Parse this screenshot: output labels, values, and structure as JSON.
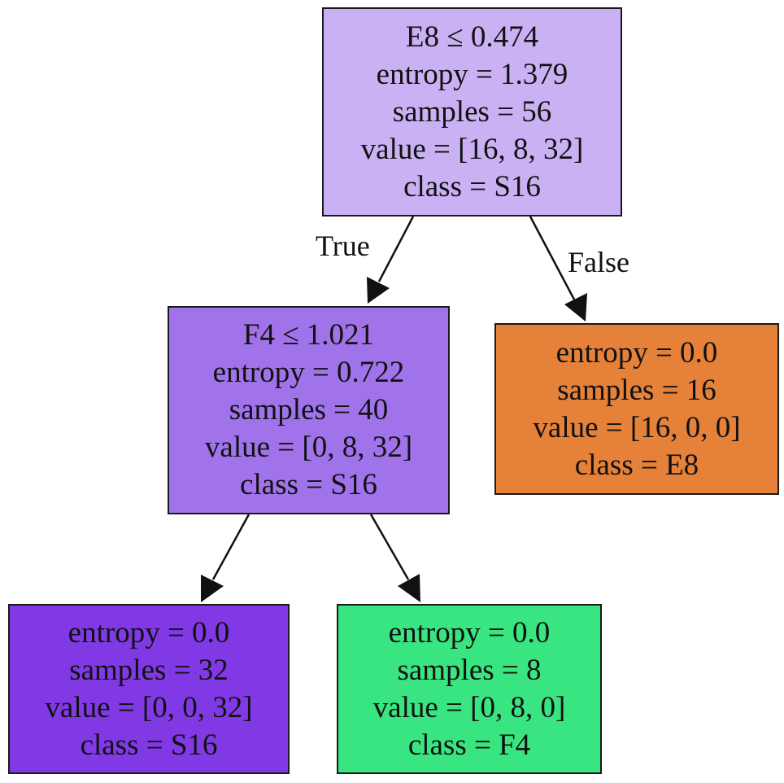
{
  "tree": {
    "root": {
      "lines": [
        "E8 ≤ 0.474",
        "entropy = 1.379",
        "samples = 56",
        "value = [16, 8, 32]",
        "class = S16"
      ],
      "fill": "#c9b1f3"
    },
    "node_left": {
      "lines": [
        "F4 ≤ 1.021",
        "entropy = 0.722",
        "samples = 40",
        "value = [0, 8, 32]",
        "class = S16"
      ],
      "fill": "#a173eb"
    },
    "node_right": {
      "lines": [
        "entropy = 0.0",
        "samples = 16",
        "value = [16, 0, 0]",
        "class = E8"
      ],
      "fill": "#e58139"
    },
    "leaf_left_left": {
      "lines": [
        "entropy = 0.0",
        "samples = 32",
        "value = [0, 0, 32]",
        "class = S16"
      ],
      "fill": "#8139e5"
    },
    "leaf_left_right": {
      "lines": [
        "entropy = 0.0",
        "samples = 8",
        "value = [0, 8, 0]",
        "class = F4"
      ],
      "fill": "#39e581"
    },
    "edge_true_label": "True",
    "edge_false_label": "False",
    "edge_color": "#111111",
    "border_color": "#1a1a1a"
  }
}
